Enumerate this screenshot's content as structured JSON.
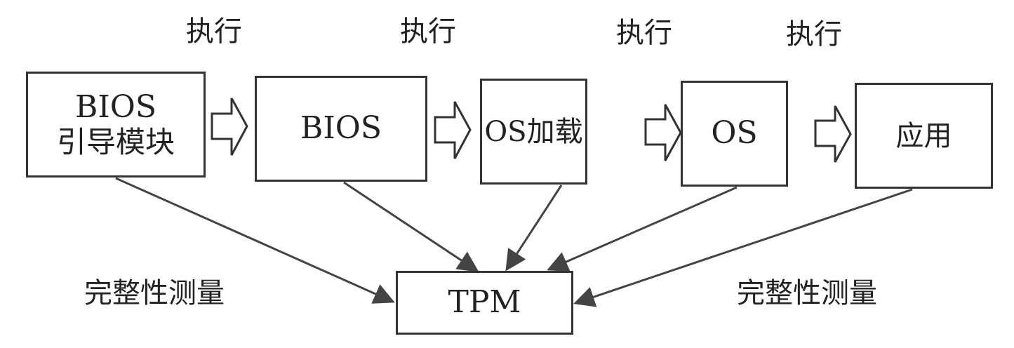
{
  "execute_labels": [
    "执行",
    "执行",
    "执行",
    "执行"
  ],
  "boxes": {
    "boot": {
      "line1": "BIOS",
      "line2": "引导模块"
    },
    "bios": {
      "label": "BIOS"
    },
    "osloader": {
      "label": "OS加载"
    },
    "os": {
      "label": "OS"
    },
    "app": {
      "label": "应用"
    },
    "tpm": {
      "label": "TPM"
    }
  },
  "measure_labels": {
    "left": "完整性测量",
    "right": "完整性测量"
  }
}
